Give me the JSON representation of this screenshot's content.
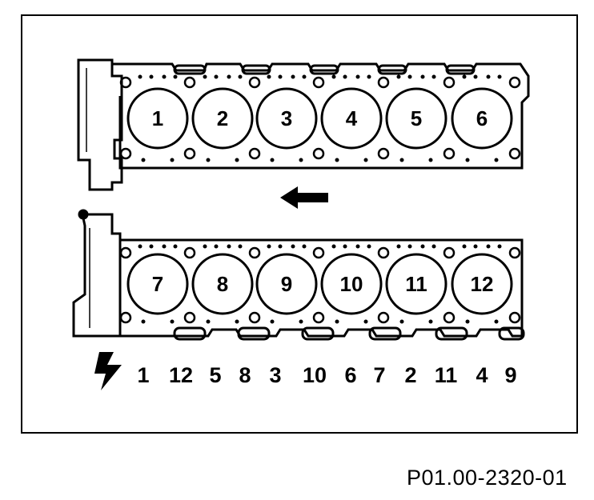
{
  "cylinders_top": [
    "1",
    "2",
    "3",
    "4",
    "5",
    "6"
  ],
  "cylinders_bottom": [
    "7",
    "8",
    "9",
    "10",
    "11",
    "12"
  ],
  "firing_order": [
    "1",
    "12",
    "5",
    "8",
    "3",
    "10",
    "6",
    "7",
    "2",
    "11",
    "4",
    "9"
  ],
  "reference_code": "P01.00-2320-01",
  "icons": {
    "direction": "arrow-left-icon",
    "ignition": "ignition-spark-icon"
  },
  "colors": {
    "line": "#000000",
    "background": "#ffffff"
  }
}
